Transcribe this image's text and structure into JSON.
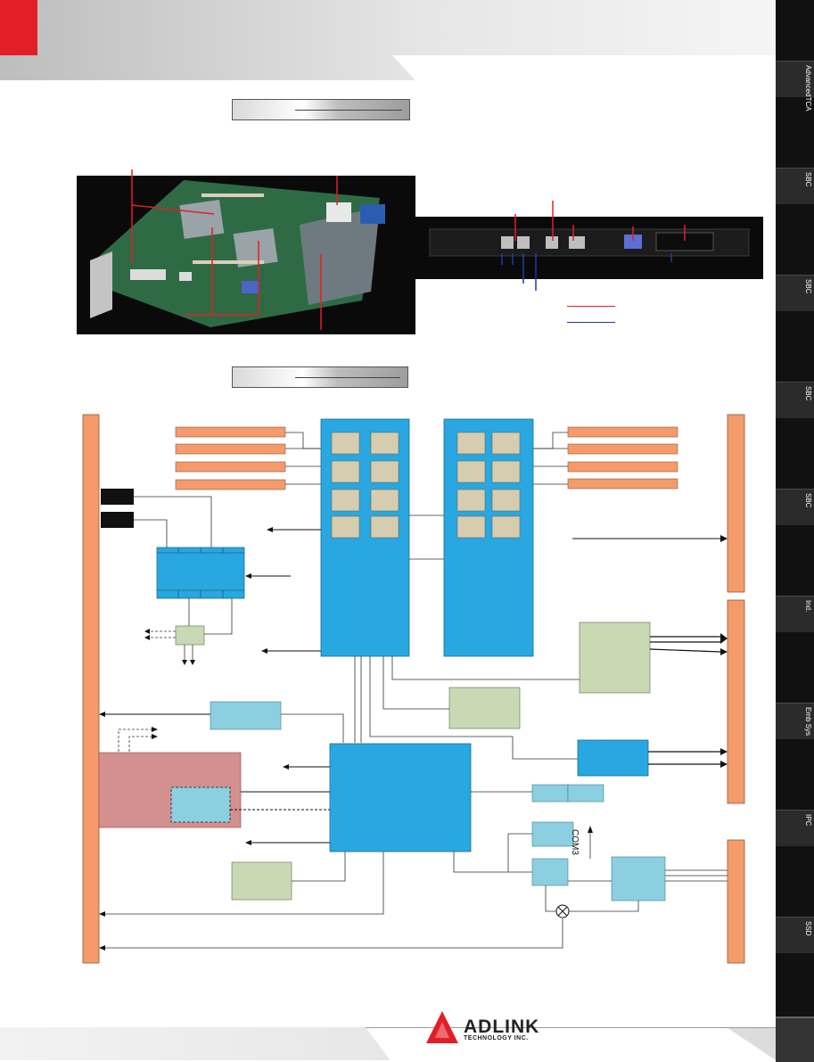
{
  "labels": {
    "com3": "COM3"
  },
  "logo": {
    "name": "ADLINK",
    "tagline": "TECHNOLOGY INC."
  },
  "colors": {
    "accent_red": "#e21e26",
    "backplane_orange": "#f59a6b",
    "chip_blue": "#29a7e0",
    "memory_tan": "#d6cdb0",
    "green_block": "#c9d9b4",
    "lightblue_block": "#8ccfe0",
    "pink_block": "#d48f8f",
    "sidebar_black": "#111111"
  },
  "icons": {
    "logo": "adlink-triangle-icon",
    "mux": "circle-cross-icon"
  }
}
